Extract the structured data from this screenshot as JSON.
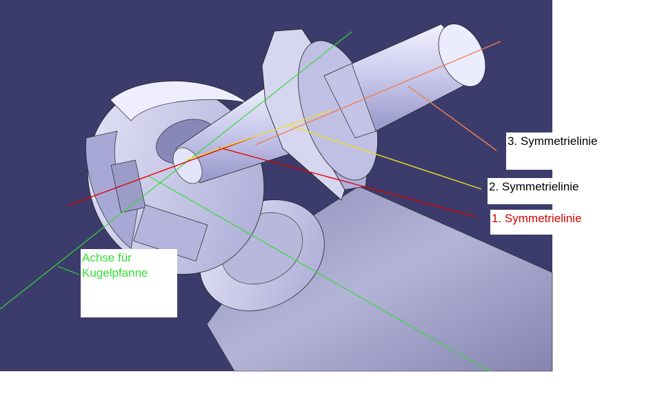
{
  "annotations": {
    "sym3": {
      "num": "3.",
      "text": "Symmetrielinie",
      "color": "#000000"
    },
    "sym2": {
      "num": "2.",
      "text": "Symmetrielinie",
      "color": "#000000"
    },
    "sym1": {
      "num": "1.",
      "text": "Symmetrielinie",
      "color": "#d00000"
    },
    "axis": {
      "line1": "Achse für",
      "line2": "Kugelpfanne",
      "color": "#33dd33"
    }
  },
  "colors": {
    "background": "#3c3c6c",
    "part_fill": "#d4d4ee",
    "part_shadow": "#9a9acc",
    "line_sym1": "#e00000",
    "line_sym2": "#f0e020",
    "line_sym3": "#f08050",
    "line_axis": "#33dd33"
  }
}
